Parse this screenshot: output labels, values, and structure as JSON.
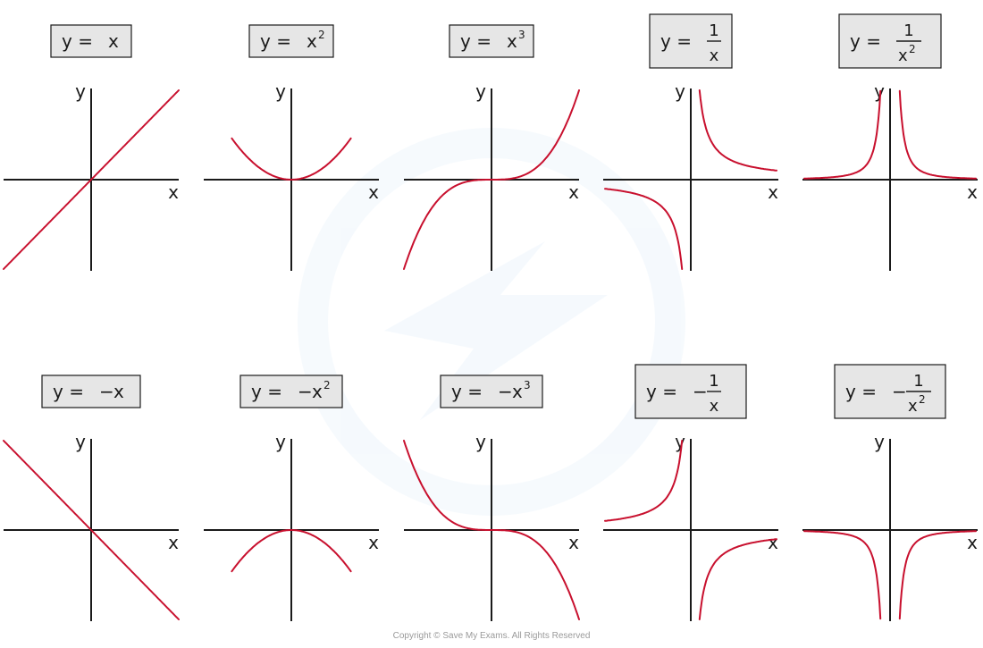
{
  "graphs": [
    {
      "id": "pos-x",
      "lhs": "y = ",
      "sign": "",
      "expr": "x",
      "exp": "",
      "frac": false,
      "axis_x": "x",
      "axis_y": "y"
    },
    {
      "id": "pos-x2",
      "lhs": "y = ",
      "sign": "",
      "expr": "x",
      "exp": "2",
      "frac": false,
      "axis_x": "x",
      "axis_y": "y"
    },
    {
      "id": "pos-x3",
      "lhs": "y = ",
      "sign": "",
      "expr": "x",
      "exp": "3",
      "frac": false,
      "axis_x": "x",
      "axis_y": "y"
    },
    {
      "id": "pos-recip",
      "lhs": "y = ",
      "sign": "",
      "num": "1",
      "den": "x",
      "exp": "",
      "frac": true,
      "axis_x": "x",
      "axis_y": "y"
    },
    {
      "id": "pos-recip2",
      "lhs": "y = ",
      "sign": "",
      "num": "1",
      "den": "x",
      "exp": "2",
      "frac": true,
      "axis_x": "x",
      "axis_y": "y"
    },
    {
      "id": "neg-x",
      "lhs": "y = ",
      "sign": "−",
      "expr": "x",
      "exp": "",
      "frac": false,
      "axis_x": "x",
      "axis_y": "y"
    },
    {
      "id": "neg-x2",
      "lhs": "y = ",
      "sign": "−",
      "expr": "x",
      "exp": "2",
      "frac": false,
      "axis_x": "x",
      "axis_y": "y"
    },
    {
      "id": "neg-x3",
      "lhs": "y = ",
      "sign": "−",
      "expr": "x",
      "exp": "3",
      "frac": false,
      "axis_x": "x",
      "axis_y": "y"
    },
    {
      "id": "neg-recip",
      "lhs": "y = ",
      "sign": "−",
      "num": "1",
      "den": "x",
      "exp": "",
      "frac": true,
      "axis_x": "x",
      "axis_y": "y"
    },
    {
      "id": "neg-recip2",
      "lhs": "y = ",
      "sign": "−",
      "num": "1",
      "den": "x",
      "exp": "2",
      "frac": true,
      "axis_x": "x",
      "axis_y": "y"
    }
  ],
  "footer": "Copyright © Save My Exams. All Rights Reserved",
  "colors": {
    "curve": "#c8102e",
    "axis": "#1a1a1a",
    "label_bg": "#e6e6e6",
    "label_border": "#1a1a1a"
  }
}
